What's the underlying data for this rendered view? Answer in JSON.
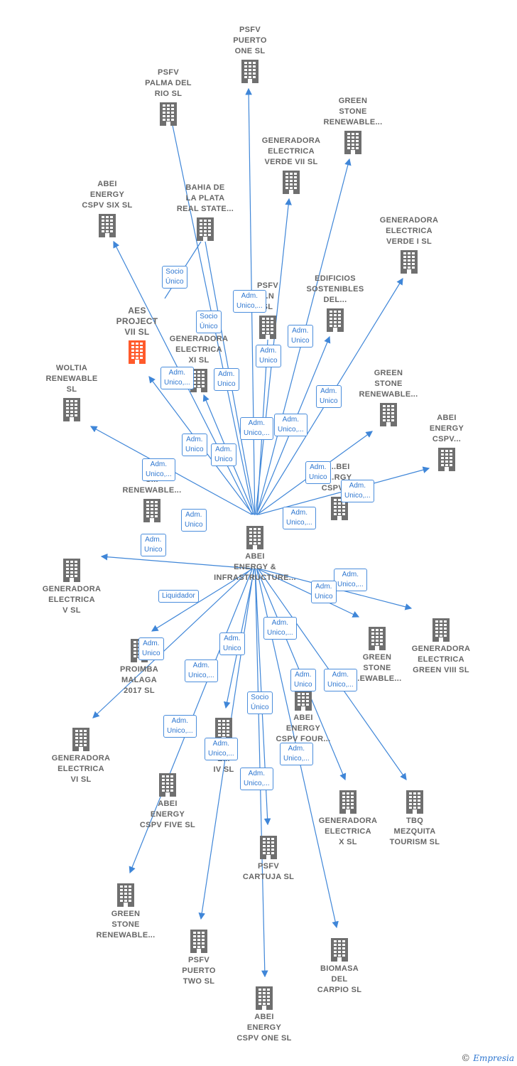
{
  "colors": {
    "edge": "#3f86d8",
    "building": "#6f6f6f",
    "focus": "#ff5a2b",
    "badge_text": "#2f77d0"
  },
  "center": {
    "id": "abei_infra",
    "label": [
      "ABEI",
      "ENERGY &",
      "INFRASTRUCTURE..."
    ]
  },
  "nodes": [
    {
      "id": "psfv_puerto_one",
      "label": [
        "PSFV",
        "PUERTO",
        "ONE  SL"
      ]
    },
    {
      "id": "psfv_palma",
      "label": [
        "PSFV",
        "PALMA DEL",
        "RIO  SL"
      ]
    },
    {
      "id": "green_stone_top",
      "label": [
        "GREEN",
        "STONE",
        "RENEWABLE..."
      ]
    },
    {
      "id": "gen_verde_vii",
      "label": [
        "GENERADORA",
        "ELECTRICA",
        "VERDE VII  SL"
      ]
    },
    {
      "id": "abei_six",
      "label": [
        "ABEI",
        "ENERGY",
        "CSPV SIX  SL"
      ]
    },
    {
      "id": "bahia",
      "label": [
        "BAHIA DE",
        "LA PLATA",
        "REAL STATE..."
      ]
    },
    {
      "id": "gen_verde_i",
      "label": [
        "GENERADORA",
        "ELECTRICA",
        "VERDE I  SL"
      ]
    },
    {
      "id": "psfv_hidden",
      "label": [
        "PSFV",
        "...N",
        "SL"
      ]
    },
    {
      "id": "edificios",
      "label": [
        "EDIFICIOS",
        "SOSTENIBLES",
        "DEL..."
      ]
    },
    {
      "id": "aes_vii",
      "label": [
        "AES",
        "PROJECT",
        "VII  SL"
      ],
      "focus": true
    },
    {
      "id": "gen_xi",
      "label": [
        "GENERADORA",
        "ELECTRICA",
        "XI  SL"
      ]
    },
    {
      "id": "woltia",
      "label": [
        "WOLTIA",
        "RENEWABLE",
        "SL"
      ]
    },
    {
      "id": "green_stone_r",
      "label": [
        "GREEN",
        "STONE",
        "RENEWABLE..."
      ]
    },
    {
      "id": "abei_cspv_r",
      "label": [
        "ABEI",
        "ENERGY",
        "CSPV..."
      ]
    },
    {
      "id": "green_stone_l",
      "label": [
        "G...",
        "S...",
        "RENEWABLE..."
      ]
    },
    {
      "id": "abei_cspv_mid",
      "label": [
        "...BEI",
        "...RGY",
        "CSPV T..."
      ]
    },
    {
      "id": "gen_v",
      "label": [
        "GENERADORA",
        "ELECTRICA",
        "V  SL"
      ]
    },
    {
      "id": "gen_green_viii",
      "label": [
        "GENERADORA",
        "ELECTRICA",
        "GREEN VIII  SL"
      ]
    },
    {
      "id": "proimba",
      "label": [
        "PROIMBA",
        "MALAGA",
        "2017  SL"
      ]
    },
    {
      "id": "green_stone_rb",
      "label": [
        "GREEN",
        "STONE",
        "...EWABLE..."
      ]
    },
    {
      "id": "abei_four",
      "label": [
        "ABEI",
        "ENERGY",
        "CSPV FOUR..."
      ]
    },
    {
      "id": "gen_vi",
      "label": [
        "GENERADORA",
        "ELECTRICA",
        "VI  SL"
      ]
    },
    {
      "id": "gen_iv",
      "label": [
        "GE...",
        "E...",
        "IV  SL"
      ]
    },
    {
      "id": "abei_five",
      "label": [
        "ABEI",
        "ENERGY",
        "CSPV FIVE  SL"
      ]
    },
    {
      "id": "gen_x",
      "label": [
        "GENERADORA",
        "ELECTRICA",
        "X  SL"
      ]
    },
    {
      "id": "tbq",
      "label": [
        "TBQ",
        "MEZQUITA",
        "TOURISM  SL"
      ]
    },
    {
      "id": "psfv_cartuja",
      "label": [
        "PSFV",
        "CARTUJA  SL"
      ]
    },
    {
      "id": "green_stone_bl",
      "label": [
        "GREEN",
        "STONE",
        "RENEWABLE..."
      ]
    },
    {
      "id": "psfv_puerto_two",
      "label": [
        "PSFV",
        "PUERTO",
        "TWO  SL"
      ]
    },
    {
      "id": "biomasa",
      "label": [
        "BIOMASA",
        "DEL",
        "CARPIO  SL"
      ]
    },
    {
      "id": "abei_one",
      "label": [
        "ABEI",
        "ENERGY",
        "CSPV ONE  SL"
      ]
    }
  ],
  "badges": [
    [
      "Socio",
      "Único"
    ],
    [
      "Adm.",
      "Unico,..."
    ],
    [
      "Socio",
      "Único"
    ],
    [
      "Adm.",
      "Unico"
    ],
    [
      "Adm.",
      "Unico"
    ],
    [
      "Adm.",
      "Unico,..."
    ],
    [
      "Adm.",
      "Unico"
    ],
    [
      "Adm.",
      "Unico"
    ],
    [
      "Adm.",
      "Unico,..."
    ],
    [
      "Adm.",
      "Unico,..."
    ],
    [
      "Adm.",
      "Unico"
    ],
    [
      "Adm.",
      "Unico"
    ],
    [
      "Adm.",
      "Unico,..."
    ],
    [
      "Adm.",
      "Unico"
    ],
    [
      "Adm.",
      "Unico,..."
    ],
    [
      "Adm.",
      "Unico,..."
    ],
    [
      "Adm.",
      "Unico"
    ],
    [
      "Adm.",
      "Unico"
    ],
    [
      "Adm.",
      "Unico,..."
    ],
    [
      "Adm.",
      "Unico"
    ],
    [
      "Liquidador"
    ],
    [
      "Adm.",
      "Unico"
    ],
    [
      "Adm.",
      "Unico,..."
    ],
    [
      "Adm.",
      "Unico"
    ],
    [
      "Adm.",
      "Unico,..."
    ],
    [
      "Adm.",
      "Unico"
    ],
    [
      "Adm.",
      "Unico,..."
    ],
    [
      "Adm.",
      "Unico,..."
    ],
    [
      "Socio",
      "Único"
    ],
    [
      "Adm.",
      "Unico,..."
    ],
    [
      "Adm.",
      "Unico,..."
    ],
    [
      "Adm.",
      "Unico,..."
    ]
  ],
  "watermark": {
    "symbol": "©",
    "brand": "Empresia"
  }
}
